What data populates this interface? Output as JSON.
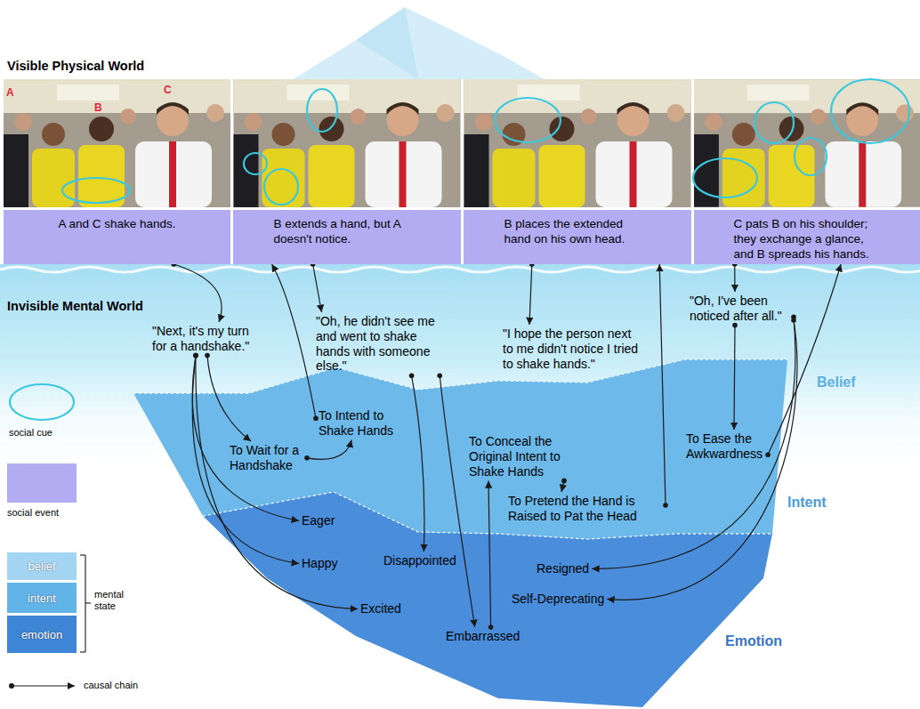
{
  "diagram": {
    "nodes": [
      {
        "text": [
          "A and C shake hands."
        ]
      },
      {
        "text": [
          "B extends a hand, but A doesn't notice."
        ]
      },
      {
        "text": [
          "B places the extended hand on his own head."
        ]
      },
      {
        "text": [
          "C pats B on his shoulder; they exchange a glance, and B spreads his hands."
        ]
      },
      {
        "text": [
          "\"Next, it's my turn for a handshake.\""
        ]
      },
      {
        "text": [
          "\"Oh, he didn't see me and went to shake hands with someone else.\""
        ]
      },
      {
        "text": [
          "\"I hope the person next to me didn't notice I tried to shake hands.\""
        ]
      },
      {
        "text": [
          "\"Oh, I've been noticed after all.\""
        ]
      },
      {
        "text": [
          "To Intend to Shake Hands"
        ]
      },
      {
        "text": [
          "To Wait for a Handshake"
        ]
      },
      {
        "text": [
          "To Conceal the Original Intent to Shake Hands"
        ]
      },
      {
        "text": [
          "To Ease the Awkwardness"
        ]
      },
      {
        "text": [
          "To Pretend the Hand is Raised to Pat the Head"
        ]
      },
      {
        "text": [
          "Eager"
        ]
      },
      {
        "text": [
          "Happy"
        ]
      },
      {
        "text": [
          "Disappointed"
        ]
      },
      {
        "text": [
          "Excited"
        ]
      },
      {
        "text": [
          "Embarrassed"
        ]
      },
      {
        "text": [
          "Resigned"
        ]
      },
      {
        "text": [
          "Self-Deprecating"
        ]
      }
    ],
    "edges": [
      {
        "from": 0,
        "to": 4,
        "arrow": "to"
      },
      {
        "from": 4,
        "to": 9,
        "arrow": "to"
      },
      {
        "from": 4,
        "to": 13,
        "arrow": "to"
      },
      {
        "from": 4,
        "to": 14,
        "arrow": "to"
      },
      {
        "from": 4,
        "to": 16,
        "arrow": "to"
      },
      {
        "from": 9,
        "to": 8,
        "arrow": "to"
      },
      {
        "from": 8,
        "to": 1,
        "arrow": "to"
      },
      {
        "from": 1,
        "to": 5,
        "arrow": "to"
      },
      {
        "from": 5,
        "to": 15,
        "arrow": "to"
      },
      {
        "from": 5,
        "to": 17,
        "arrow": "to"
      },
      {
        "from": 17,
        "to": 10,
        "arrow": "to"
      },
      {
        "from": 10,
        "to": 12,
        "arrow": "to"
      },
      {
        "from": 12,
        "to": 2,
        "arrow": "to"
      },
      {
        "from": 2,
        "to": 6,
        "arrow": "to"
      },
      {
        "from": 3,
        "to": 7,
        "arrow": "to"
      },
      {
        "from": 7,
        "to": 11,
        "arrow": "to"
      },
      {
        "from": 7,
        "to": 18,
        "arrow": "to"
      },
      {
        "from": 7,
        "to": 19,
        "arrow": "to"
      },
      {
        "from": 11,
        "to": 3,
        "arrow": "to"
      }
    ],
    "labels": [
      "Visible Physical World",
      "A",
      "B",
      "C",
      "Invisible Mental World",
      "Belief",
      "Intent",
      "Emotion",
      "mental state"
    ],
    "legend": [
      {
        "text": "social cue"
      },
      {
        "text": "social event",
        "color": "#b3acf3"
      },
      {
        "text": "belief",
        "color": "#a3d5f2"
      },
      {
        "text": "intent",
        "color": "#62b3e8"
      },
      {
        "text": "emotion",
        "color": "#3f85d6"
      },
      {
        "text": "causal chain"
      }
    ]
  }
}
